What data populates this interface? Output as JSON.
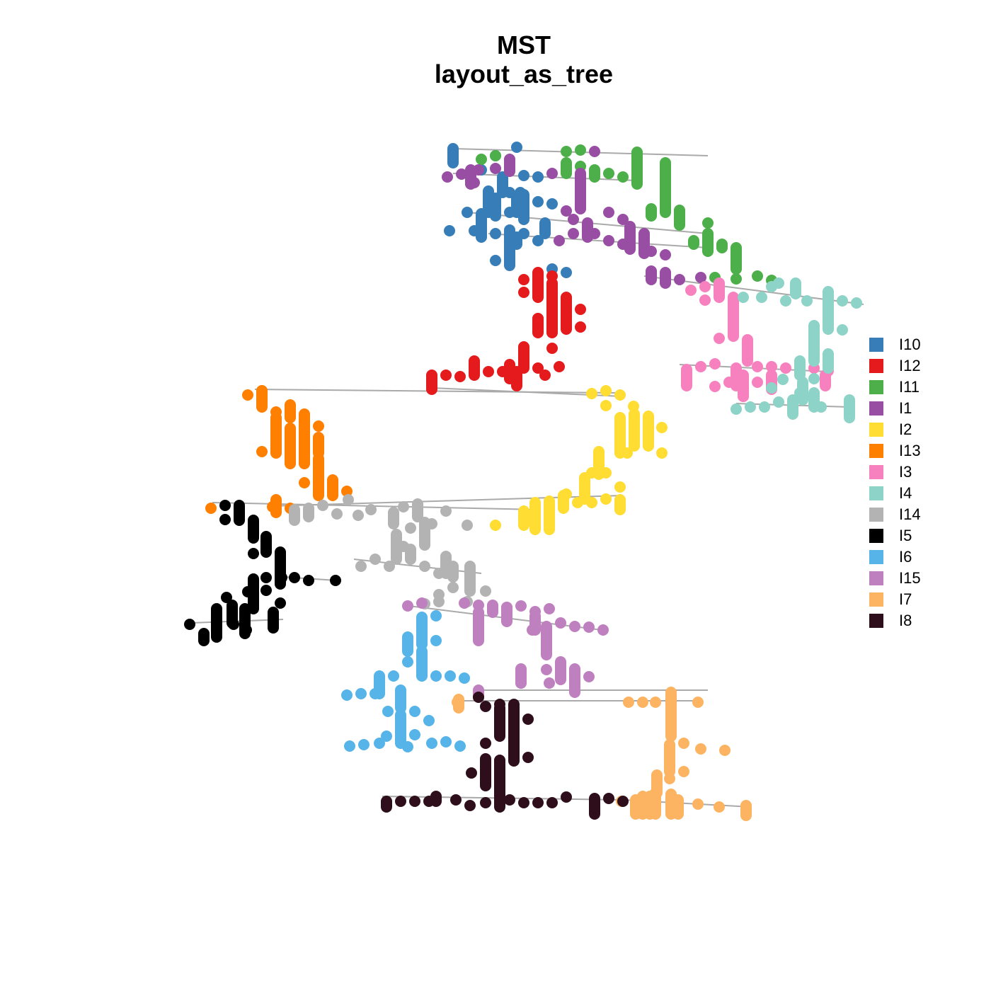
{
  "title": "MST",
  "subtitle": "layout_as_tree",
  "legend": [
    {
      "label": "I10",
      "color": "#377EB8"
    },
    {
      "label": "I12",
      "color": "#E41A1C"
    },
    {
      "label": "I11",
      "color": "#4DAF4A"
    },
    {
      "label": "I1",
      "color": "#984EA3"
    },
    {
      "label": "I2",
      "color": "#FFDD33"
    },
    {
      "label": "I13",
      "color": "#FF7F00"
    },
    {
      "label": "I3",
      "color": "#F781BF"
    },
    {
      "label": "I4",
      "color": "#8DD3C7"
    },
    {
      "label": "I14",
      "color": "#B3B3B3"
    },
    {
      "label": "I5",
      "color": "#000000"
    },
    {
      "label": "I6",
      "color": "#56B4E9"
    },
    {
      "label": "I15",
      "color": "#BF80BF"
    },
    {
      "label": "I7",
      "color": "#FDB462"
    },
    {
      "label": "I8",
      "color": "#2E0E1A"
    }
  ],
  "edge_color": "#AAAAAA"
}
